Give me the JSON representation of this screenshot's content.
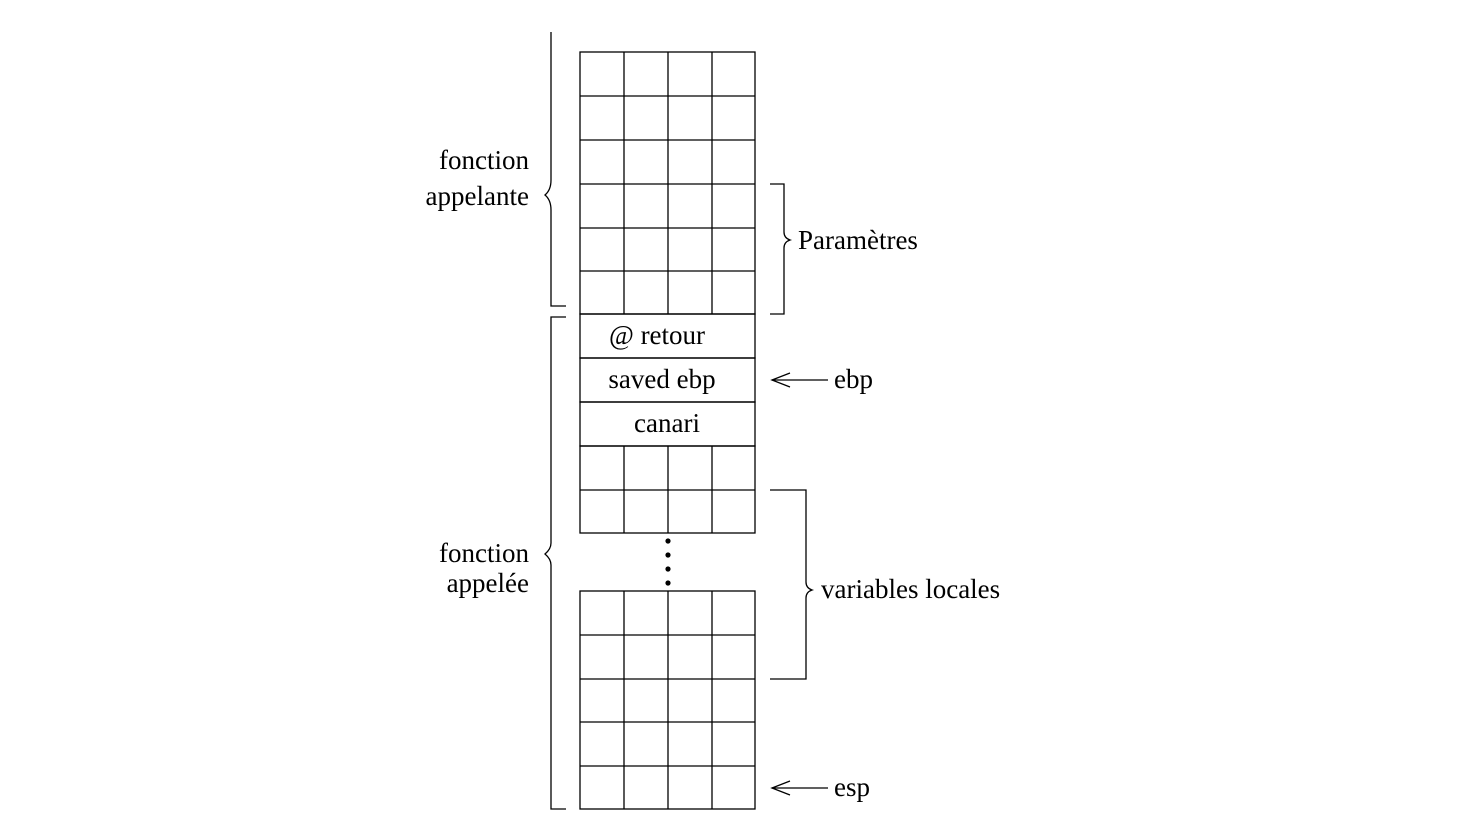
{
  "labels": {
    "caller_line1": "fonction",
    "caller_line2": "appelante",
    "callee_line1": "fonction",
    "callee_line2": "appelée",
    "parameters": "Paramètres",
    "locals": "variables locales",
    "ebp": "ebp",
    "esp": "esp"
  },
  "cells": {
    "return_address": "@ retour",
    "saved_ebp": "saved ebp",
    "canary": "canari"
  },
  "colors": {
    "stroke": "#000000",
    "background": "#ffffff"
  }
}
